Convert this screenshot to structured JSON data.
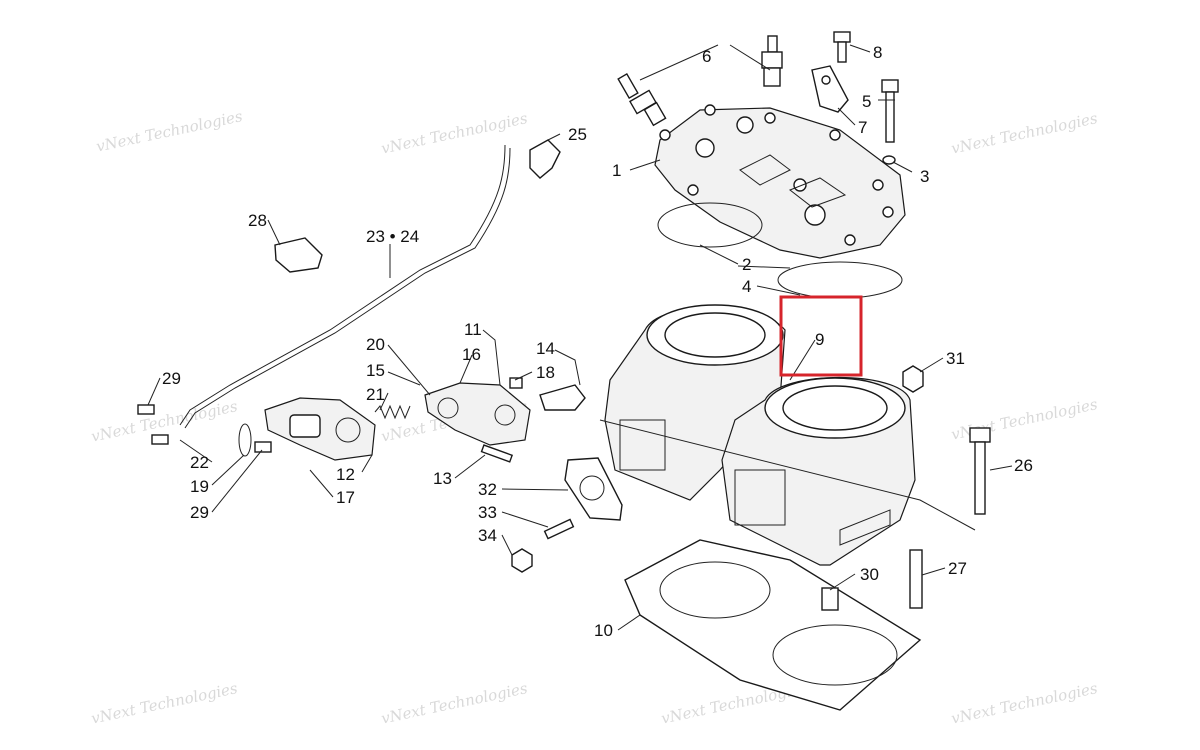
{
  "watermark": {
    "text": "vNext Technologies"
  },
  "callouts": [
    {
      "id": "1",
      "label": "1"
    },
    {
      "id": "2",
      "label": "2"
    },
    {
      "id": "3",
      "label": "3"
    },
    {
      "id": "4",
      "label": "4"
    },
    {
      "id": "5",
      "label": "5"
    },
    {
      "id": "6",
      "label": "6"
    },
    {
      "id": "7",
      "label": "7"
    },
    {
      "id": "8",
      "label": "8"
    },
    {
      "id": "9",
      "label": "9",
      "highlighted": true
    },
    {
      "id": "10",
      "label": "10"
    },
    {
      "id": "11",
      "label": "11"
    },
    {
      "id": "12",
      "label": "12"
    },
    {
      "id": "13",
      "label": "13"
    },
    {
      "id": "14",
      "label": "14"
    },
    {
      "id": "15",
      "label": "15"
    },
    {
      "id": "16",
      "label": "16"
    },
    {
      "id": "17",
      "label": "17"
    },
    {
      "id": "18",
      "label": "18"
    },
    {
      "id": "19",
      "label": "19"
    },
    {
      "id": "20",
      "label": "20"
    },
    {
      "id": "21",
      "label": "21"
    },
    {
      "id": "22",
      "label": "22"
    },
    {
      "id": "23",
      "label": "23 • 24"
    },
    {
      "id": "25",
      "label": "25"
    },
    {
      "id": "26",
      "label": "26"
    },
    {
      "id": "27",
      "label": "27"
    },
    {
      "id": "28",
      "label": "28"
    },
    {
      "id": "29a",
      "label": "29"
    },
    {
      "id": "29b",
      "label": "29"
    },
    {
      "id": "30",
      "label": "30"
    },
    {
      "id": "31",
      "label": "31"
    },
    {
      "id": "32",
      "label": "32"
    },
    {
      "id": "33",
      "label": "33"
    },
    {
      "id": "34",
      "label": "34"
    }
  ],
  "colors": {
    "highlight": "#d6242b",
    "line": "#1a1a1a"
  }
}
